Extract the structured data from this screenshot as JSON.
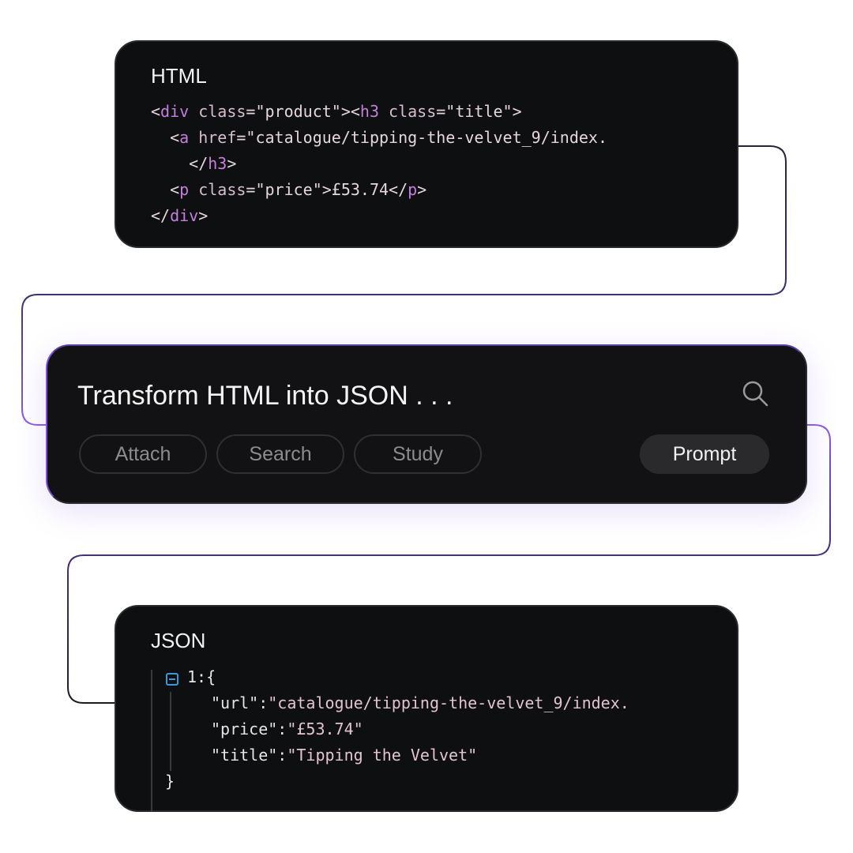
{
  "html_card": {
    "title": "HTML",
    "lines": [
      [
        [
          "p",
          "<"
        ],
        [
          "t",
          "div"
        ],
        [
          "a",
          " class"
        ],
        [
          "p",
          "=\"product\"><"
        ],
        [
          "t",
          "h3"
        ],
        [
          "a",
          " class"
        ],
        [
          "p",
          "=\"title\">"
        ]
      ],
      [
        [
          "p",
          "  <"
        ],
        [
          "t",
          "a"
        ],
        [
          "a",
          " href"
        ],
        [
          "p",
          "=\"catalogue/tipping-the-velvet_9/index."
        ]
      ],
      [
        [
          "p",
          "    </"
        ],
        [
          "t",
          "h3"
        ],
        [
          "p",
          ">"
        ]
      ],
      [
        [
          "p",
          "  <"
        ],
        [
          "t",
          "p"
        ],
        [
          "a",
          " class"
        ],
        [
          "p",
          "=\"price\">£53.74</"
        ],
        [
          "t",
          "p"
        ],
        [
          "p",
          ">"
        ]
      ],
      [
        [
          "p",
          "</"
        ],
        [
          "t",
          "div"
        ],
        [
          "p",
          ">"
        ]
      ]
    ]
  },
  "prompt_card": {
    "prompt_text": "Transform HTML into JSON . . .",
    "chips": [
      "Attach",
      "Search",
      "Study"
    ],
    "prompt_button": "Prompt",
    "search_icon": "search-icon"
  },
  "json_card": {
    "title": "JSON",
    "open": "1:{",
    "url_key": "\"url\":",
    "url_value": "\"catalogue/tipping-the-velvet_9/index.",
    "price_key": "\"price\":",
    "price_value": "\"£53.74\"",
    "title_key": "\"title\":",
    "title_value": "\"Tipping the Velvet\"",
    "close": "}"
  },
  "colors": {
    "accent": "#7b4fe0",
    "tag": "#c47fdc",
    "json_string": "#e2c4cf",
    "collapse": "#3a9ad8"
  }
}
